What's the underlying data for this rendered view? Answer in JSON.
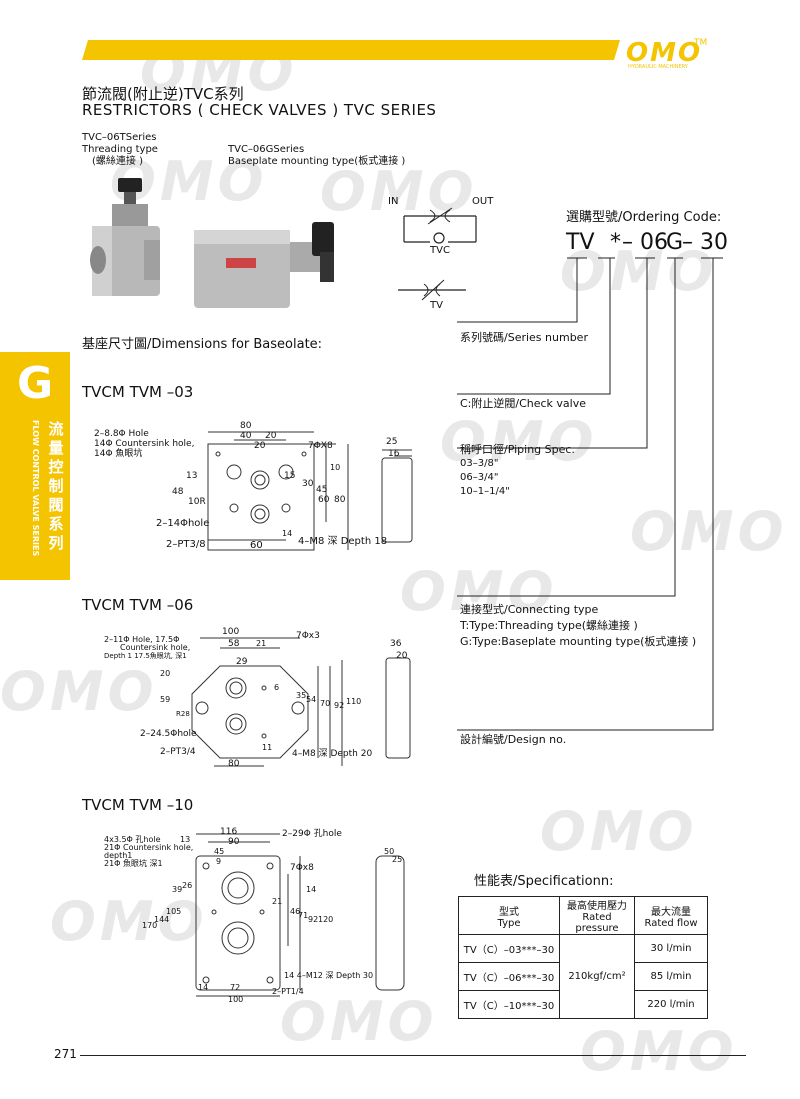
{
  "header": {
    "logo_text": "OMO",
    "logo_tm": "TM",
    "logo_sub": "HYDRAULIC MACHINERY",
    "title_cn": "節流閥(附止逆)TVC系列",
    "title_en": "RESTRICTORS ( CHECK VALVES ) TVC SERIES"
  },
  "products": {
    "t_series": "TVC–06TSeries",
    "t_type": "Threading type",
    "t_type_cn": "(螺絲連接 )",
    "g_series": "TVC–06GSeries",
    "g_type": "Baseplate mounting type(板式連接 )"
  },
  "symbol": {
    "in": "IN",
    "out": "OUT",
    "tvc": "TVC",
    "tv": "TV"
  },
  "ordering": {
    "title": "選購型號/Ordering Code:",
    "code_tv": "TV",
    "code_star": "*",
    "code_06": "– 06",
    "code_g": "G",
    "code_30": "– 30",
    "series": "系列號碼/Series number",
    "check": "C:附止逆閥/Check valve",
    "piping_title": "稱呼口徑/Piping Spec.",
    "piping": [
      "03–3/8\"",
      "06–3/4\"",
      "10–1–1/4\""
    ],
    "connect_title": "連接型式/Connecting type",
    "connect_t": "T:Type:Threading type(螺絲連接 )",
    "connect_g": "G:Type:Baseplate mounting type(板式連接 )",
    "design": "設計編號/Design no."
  },
  "sidebar": {
    "letter": "G",
    "cn": [
      "流",
      "量",
      "控",
      "制",
      "閥",
      "系",
      "列"
    ],
    "en": "FLOW CONTROL VALVE SERIES"
  },
  "dimensions": {
    "title": "基座尺寸圖/Dimensions for Baseolate:",
    "d03": {
      "title": "TVCM TVM –03",
      "hole": "2–8.8Φ Hole",
      "cs": "14Φ Countersink hole,",
      "cs_cn": "14Φ 魚眼坑",
      "x8": "7ΦX8",
      "d80": "80",
      "d40": "40",
      "d20": "20",
      "d20b": "20",
      "d13": "13",
      "d48": "48",
      "d10r": "10R",
      "d15": "15",
      "d30": "30",
      "d45": "45",
      "d60": "60",
      "d80v": "80",
      "d10": "10",
      "hole2": "2–14Φhole",
      "pt": "2–PT3/8",
      "d60b": "60",
      "m8": "4–M8 深 Depth 18",
      "d14": "14",
      "s25": "25",
      "s16": "16"
    },
    "d06": {
      "title": "TVCM TVM –06",
      "hole": "2–11Φ Hole, 17.5Φ",
      "cs": "Countersink hole,",
      "cs_cn": "Depth 1   17.5魚眼坑, 深1",
      "x3": "7Φx3",
      "d100": "100",
      "d58": "58",
      "d21": "21",
      "d29": "29",
      "d20": "20",
      "d59": "59",
      "d6": "6",
      "d35": "35",
      "d54": "54",
      "d70": "70",
      "d92": "92",
      "d110": "110",
      "r28": "R28",
      "hole2": "2–24.5Φhole",
      "pt": "2–PT3/4",
      "d11": "11",
      "d80": "80",
      "m8": "4–M8 深 Depth 20",
      "s36": "36",
      "s20": "20"
    },
    "d10": {
      "title": "TVCM TVM –10",
      "hole": "4x3.5Φ 孔hole",
      "cs": "21Φ Countersink hole,",
      "depth": "depth1",
      "cs_cn": "21Φ 魚眼坑 深1",
      "d116": "116",
      "d90": "90",
      "d45": "45",
      "d13": "13",
      "d9": "9",
      "hole29": "2–29Φ 孔hole",
      "x8": "7Φx8",
      "d39": "39",
      "d26": "26",
      "d170": "170",
      "d144": "144",
      "d105": "105",
      "d21": "21",
      "d46": "46",
      "d71": "71",
      "d92": "92",
      "d120": "120",
      "d14": "14",
      "m12": "14 4–M12 深 Depth 30",
      "d72": "72",
      "d14b": "14",
      "d100": "100",
      "pt": "2–PT1/4",
      "s50": "50",
      "s25": "25"
    }
  },
  "spec": {
    "title": "性能表/Specificationn:",
    "headers": [
      {
        "cn": "型式",
        "en": "Type"
      },
      {
        "cn": "最高使用壓力",
        "en": "Rated pressure"
      },
      {
        "cn": "最大流量",
        "en": "Rated flow"
      }
    ],
    "rows": [
      {
        "type": "TV（C）–03***–30",
        "flow": "30 l/min"
      },
      {
        "type": "TV（C）–06***–30",
        "flow": "85 l/min"
      },
      {
        "type": "TV（C）–10***–30",
        "flow": "220 l/min"
      }
    ],
    "pressure": "210kgf/cm²"
  },
  "footer": {
    "page": "271"
  }
}
